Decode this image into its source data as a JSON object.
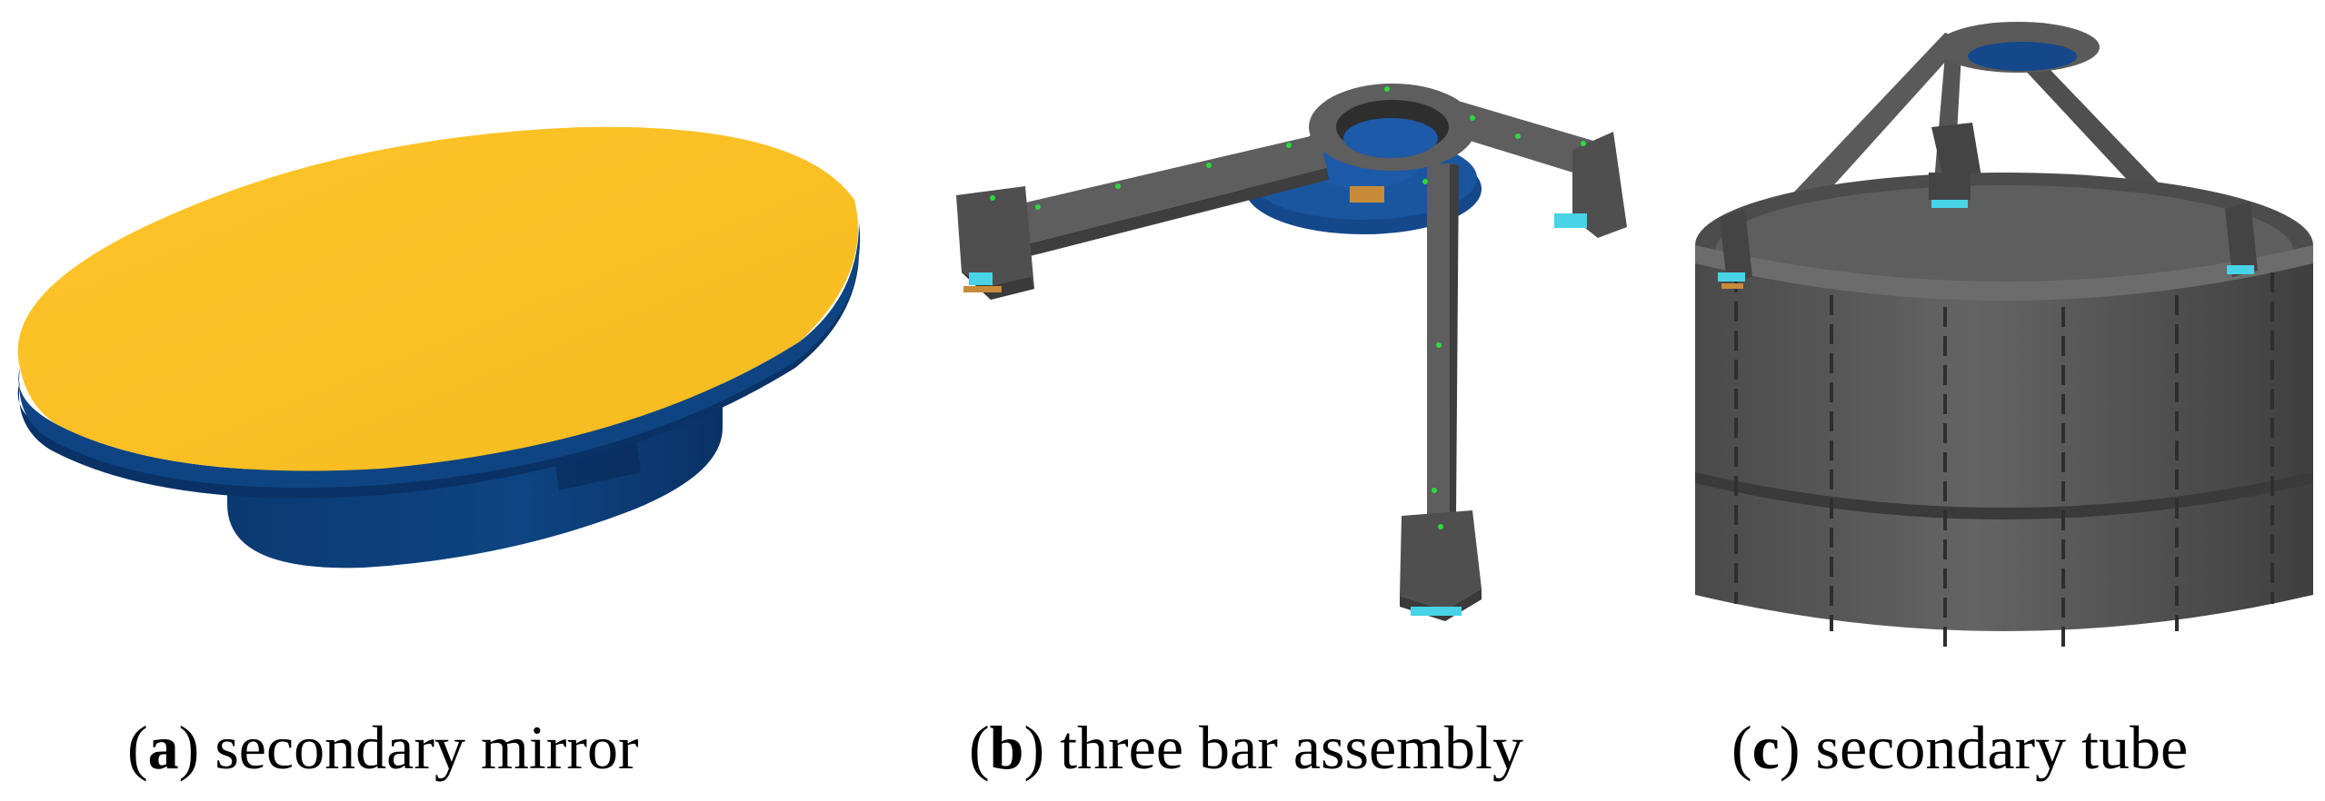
{
  "panels": [
    {
      "id": "a",
      "letter": "a",
      "label": "secondary mirror",
      "colors": {
        "surface": "#FDC52A",
        "body": "#0E3F7A",
        "body_dark": "#0A3266"
      }
    },
    {
      "id": "b",
      "letter": "b",
      "label": "three bar assembly",
      "colors": {
        "bar": "#5E5E5E",
        "bar_dark": "#3E3E3E",
        "hub": "#14488B",
        "marker": "#2BDB3B",
        "pad": "#C88B3A",
        "fixture": "#48D3E6"
      }
    },
    {
      "id": "c",
      "letter": "c",
      "label": "secondary tube",
      "colors": {
        "shell": "#5A5A5A",
        "shell_dark": "#3F3F3F",
        "rim": "#6C6C6C",
        "fixture": "#48D3E6",
        "pad": "#C88B3A"
      }
    }
  ]
}
